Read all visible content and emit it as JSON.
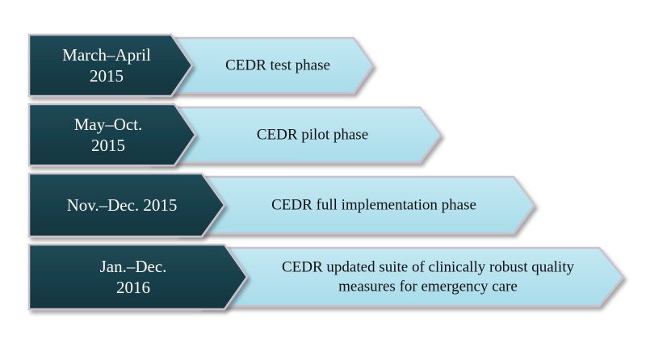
{
  "colors": {
    "dark_fill": "#12353f",
    "dark_fill_light": "#1f4a56",
    "light_fill": "#a9dcea",
    "light_fill_light": "#c3e8f2",
    "outline": "#c9c2cd"
  },
  "phases": [
    {
      "date": [
        "March–April",
        "2015"
      ],
      "label": [
        "CEDR test phase"
      ]
    },
    {
      "date": [
        "May–Oct.",
        "2015"
      ],
      "label": [
        "CEDR pilot phase"
      ]
    },
    {
      "date": [
        "Nov.–Dec. 2015"
      ],
      "label": [
        "CEDR full implementation phase"
      ]
    },
    {
      "date": [
        "Jan.–Dec.",
        "2016"
      ],
      "label": [
        "CEDR updated suite of  clinically robust quality",
        "measures for emergency care"
      ]
    }
  ]
}
